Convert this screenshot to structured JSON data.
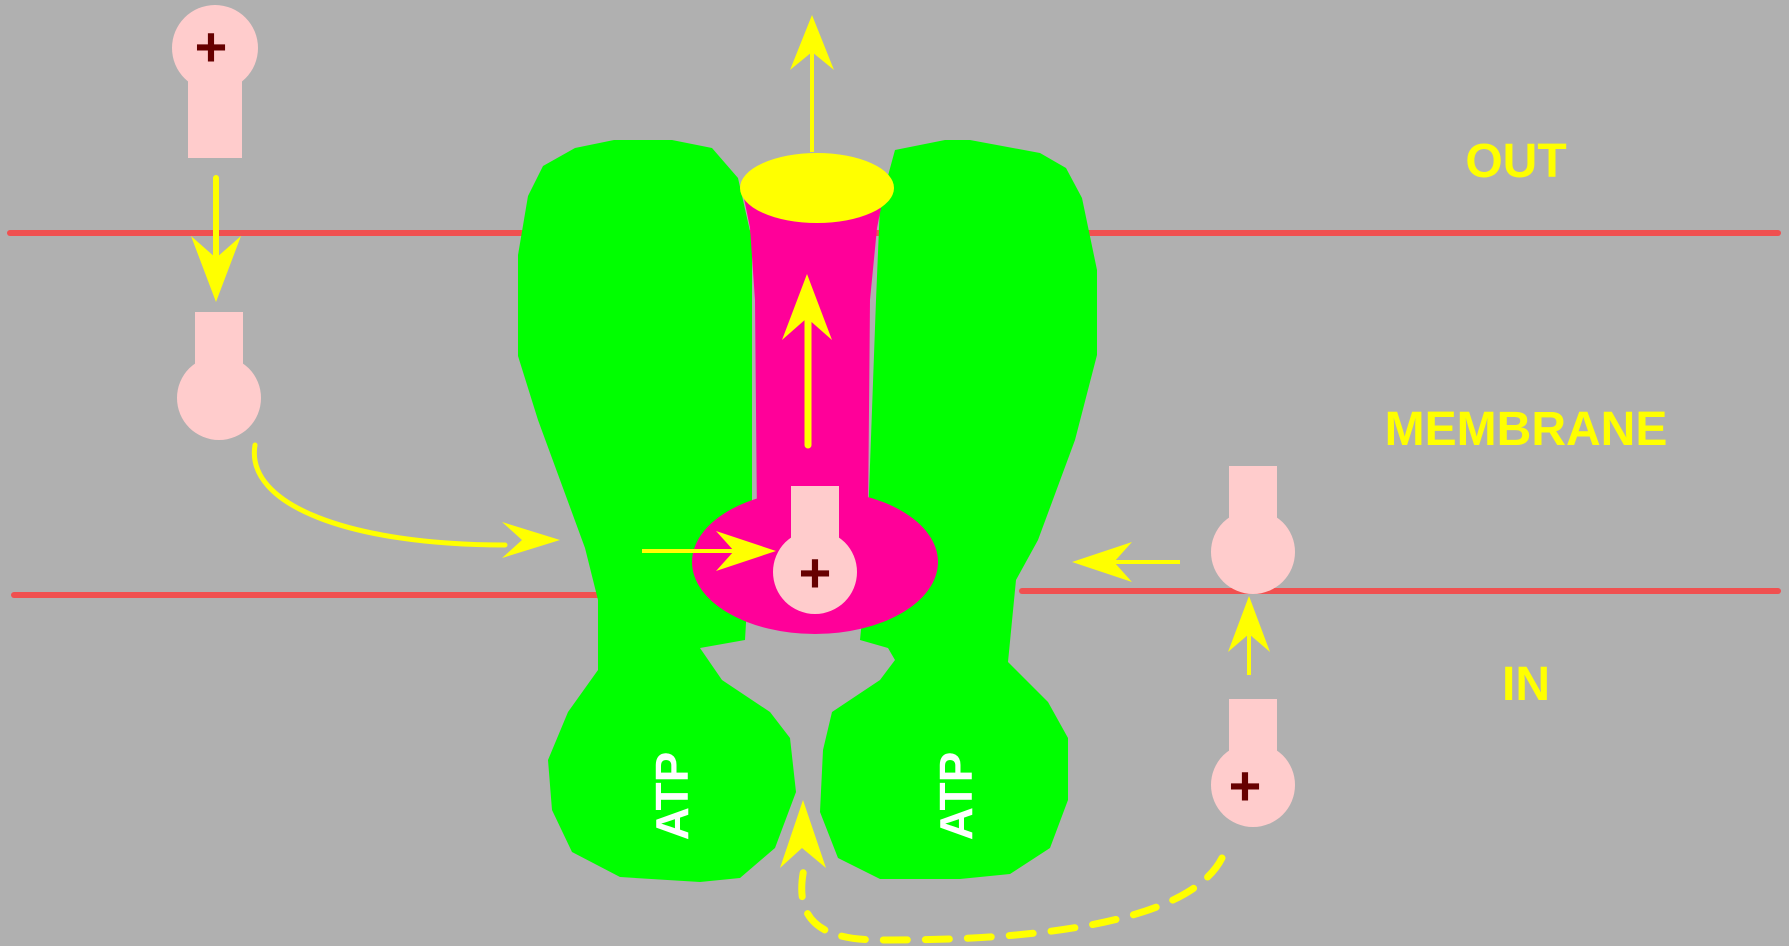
{
  "labels": {
    "out": "OUT",
    "membrane": "MEMBRANE",
    "in": "IN",
    "atp_left": "ATP",
    "atp_right": "ATP",
    "plus": "+"
  },
  "colors": {
    "background": "#b0b0b0",
    "membrane_line": "#f05050",
    "transporter": "#00ff00",
    "channel": "#ff0099",
    "lid": "#ffff00",
    "arrow": "#ffff00",
    "ion_body": "#ffcccc",
    "plus_sign": "#660000",
    "label_text": "#ffff00",
    "atp_text": "#ffffff"
  }
}
